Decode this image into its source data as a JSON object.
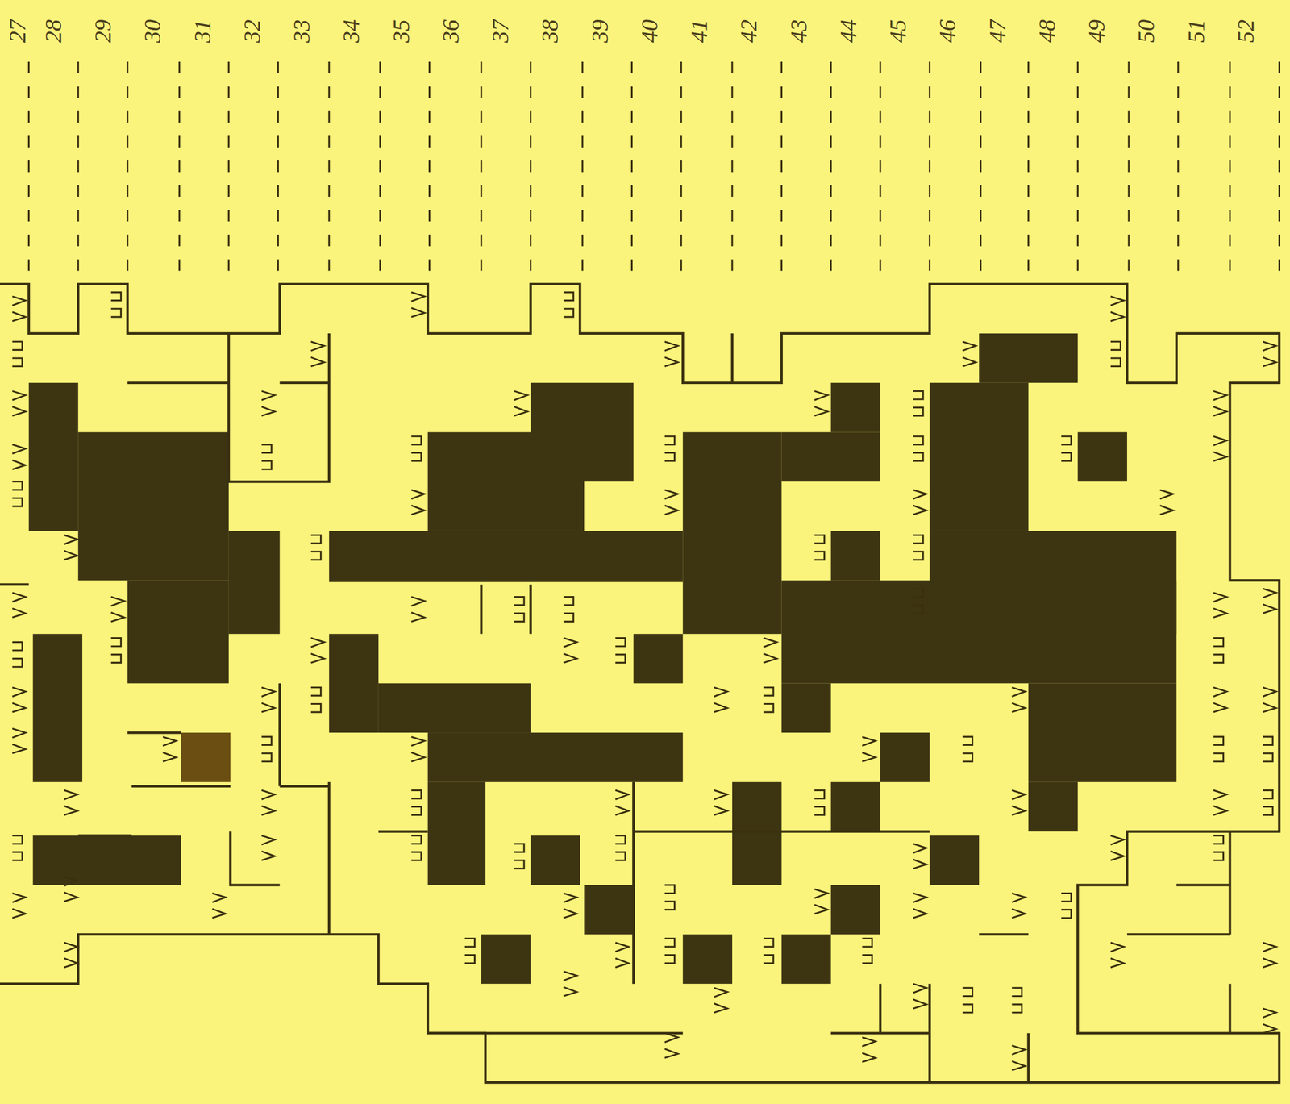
{
  "diagram": {
    "labels": [
      "27",
      "28",
      "29",
      "30",
      "31",
      "32",
      "33",
      "34",
      "35",
      "36",
      "37",
      "38",
      "39",
      "40",
      "41",
      "42",
      "43",
      "44",
      "45",
      "46",
      "47",
      "48",
      "49",
      "50",
      "51",
      "52"
    ]
  }
}
